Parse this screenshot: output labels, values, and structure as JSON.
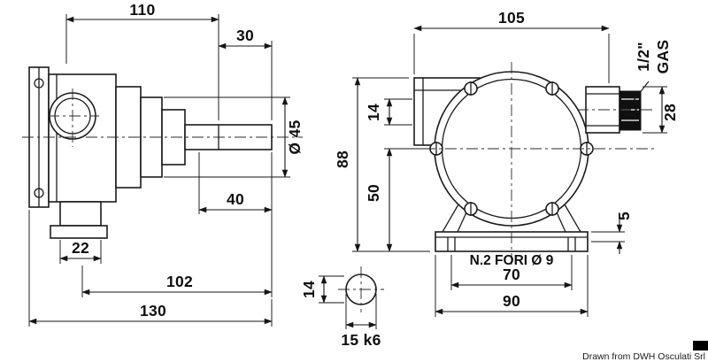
{
  "drawing": {
    "credit": "Drawn from DWH Osculati Srl",
    "side_view": {
      "d110": "110",
      "d30": "30",
      "d45": "Ø 45",
      "d40": "40",
      "d22": "22",
      "d102": "102",
      "d130": "130"
    },
    "front_view": {
      "d105": "105",
      "d88": "88",
      "d14": "14",
      "d50": "50",
      "d5": "5",
      "d28": "28",
      "gas_line1": "1/2\"",
      "gas_line2": "GAS",
      "holes_note": "N.2 FORI Ø 9",
      "d70": "70",
      "d90": "90"
    },
    "shaft_section": {
      "d14": "14",
      "d15": "15 k6"
    }
  }
}
